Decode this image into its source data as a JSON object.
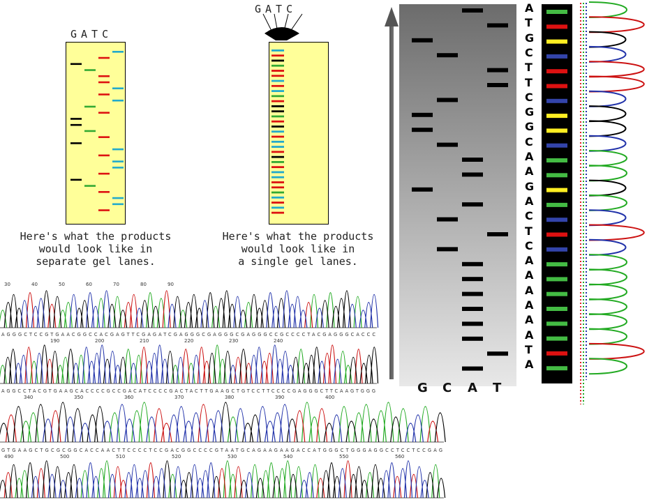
{
  "colors": {
    "G": "#000000",
    "A": "#33aa33",
    "T": "#dd1111",
    "C": "#22aacc",
    "gel_green": "#44bb44",
    "gel_red": "#dd1111",
    "gel_blue": "#3344aa",
    "gel_yellow": "#ffee22",
    "trace_green": "#22aa22",
    "trace_red": "#cc1111",
    "trace_blue": "#2233aa",
    "trace_black": "#000000"
  },
  "panel_separate": {
    "header": "GATC",
    "caption": "Here's what the products\nwould look like in\nseparate gel lanes.",
    "bands": [
      "C",
      "T",
      "G",
      "A",
      "T",
      "T",
      "C",
      "T",
      "C",
      "A",
      "T",
      "G",
      "G",
      "A",
      "T",
      "G",
      "C",
      "T",
      "C",
      "C",
      "T",
      "G",
      "A",
      "T",
      "C",
      "C",
      "T"
    ]
  },
  "panel_single": {
    "header": "GATC",
    "caption": "Here's what the products\nwould look like in\na single gel lanes.",
    "bands": [
      "C",
      "T",
      "G",
      "A",
      "T",
      "T",
      "C",
      "T",
      "C",
      "A",
      "T",
      "G",
      "G",
      "A",
      "T",
      "G",
      "C",
      "T",
      "C",
      "C",
      "T",
      "G",
      "A",
      "T",
      "C",
      "C",
      "T",
      "T",
      "A",
      "C",
      "T",
      "C",
      "T"
    ]
  },
  "autorad": {
    "lanes": [
      "G",
      "C",
      "A",
      "T"
    ],
    "bands": [
      {
        "lane": "A",
        "row": 0
      },
      {
        "lane": "T",
        "row": 1
      },
      {
        "lane": "G",
        "row": 2
      },
      {
        "lane": "C",
        "row": 3
      },
      {
        "lane": "T",
        "row": 4
      },
      {
        "lane": "T",
        "row": 5
      },
      {
        "lane": "C",
        "row": 6
      },
      {
        "lane": "G",
        "row": 7
      },
      {
        "lane": "G",
        "row": 8
      },
      {
        "lane": "C",
        "row": 9
      },
      {
        "lane": "A",
        "row": 10
      },
      {
        "lane": "A",
        "row": 11
      },
      {
        "lane": "G",
        "row": 12
      },
      {
        "lane": "A",
        "row": 13
      },
      {
        "lane": "C",
        "row": 14
      },
      {
        "lane": "T",
        "row": 15
      },
      {
        "lane": "C",
        "row": 16
      },
      {
        "lane": "A",
        "row": 17
      },
      {
        "lane": "A",
        "row": 18
      },
      {
        "lane": "A",
        "row": 19
      },
      {
        "lane": "A",
        "row": 20
      },
      {
        "lane": "A",
        "row": 21
      },
      {
        "lane": "A",
        "row": 22
      },
      {
        "lane": "T",
        "row": 23
      },
      {
        "lane": "A",
        "row": 24
      }
    ]
  },
  "sequence_column": {
    "bases": [
      "A",
      "T",
      "G",
      "C",
      "T",
      "T",
      "C",
      "G",
      "G",
      "C",
      "A",
      "A",
      "G",
      "A",
      "C",
      "T",
      "C",
      "A",
      "A",
      "A",
      "A",
      "A",
      "A",
      "T",
      "A"
    ]
  },
  "chromatogram": {
    "row1": {
      "ticks": [
        "30",
        "40",
        "50",
        "60",
        "70",
        "80",
        "90"
      ],
      "seq": "AGGGCTCCGTGAACGGCCACGAGTTCGAGATCGAGGGCGAGGGCGAGGGCCGCCCCTACGAGGGCACCC",
      "ticks2": [
        "190",
        "200",
        "210",
        "220",
        "230",
        "240"
      ]
    },
    "row2": {
      "seq": "AGGCCTACGTGAAGCACCCCGCCGACATCCCCGACTACTTGAAGCTGTCCTTCCCCGAGGGCTTCAAGTGGG",
      "ticks": [
        "340",
        "350",
        "360",
        "370",
        "380",
        "390",
        "400"
      ]
    },
    "row3": {
      "seq": "GTGAAGCTGCGCGGCACCAACTTCCCCTCCGACGGCCCCGTAATGCAGAAGAAGACCATGGGCTGGGAGGCCTCCTCCGAG",
      "ticks": [
        "490",
        "500",
        "510",
        "520",
        "530",
        "540",
        "550",
        "560"
      ]
    }
  }
}
